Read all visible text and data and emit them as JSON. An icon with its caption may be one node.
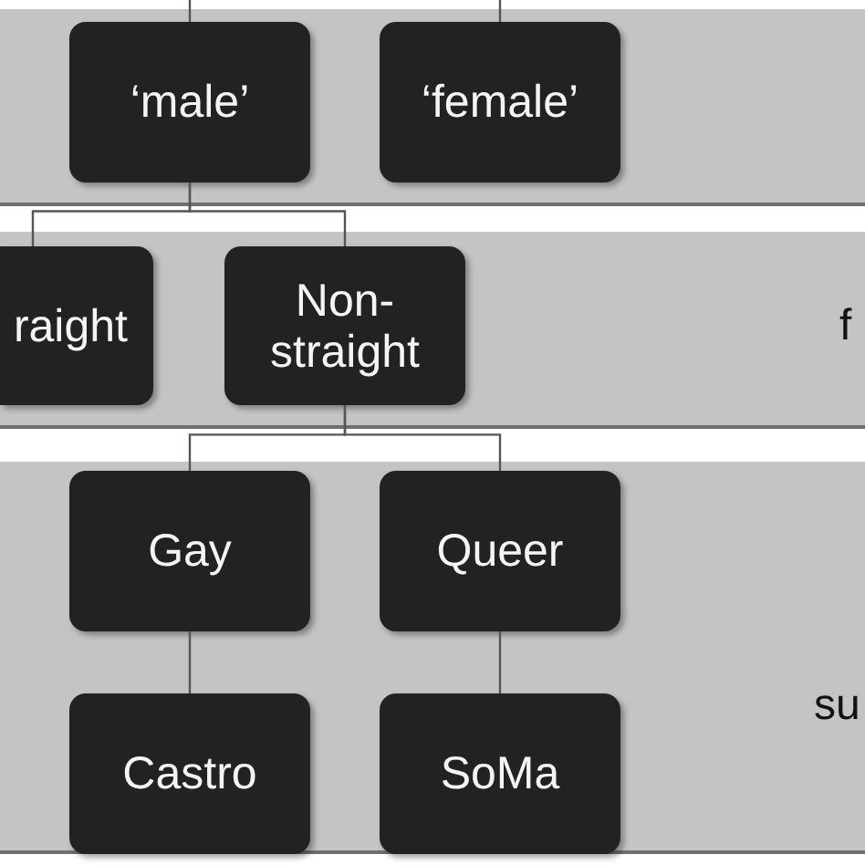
{
  "diagram": {
    "nodes": [
      {
        "text": [],
        "shape": "band"
      },
      {
        "text": [
          "‘male’"
        ],
        "in": 0
      },
      {
        "text": [
          "‘female’"
        ],
        "in": 0
      },
      {
        "text": [
          "f"
        ]
      },
      {
        "text": [
          "raight"
        ],
        "in": 3
      },
      {
        "text": [
          "Non- straight"
        ],
        "in": 3
      },
      {
        "text": [
          "su"
        ]
      },
      {
        "text": [
          "Gay"
        ],
        "in": 6
      },
      {
        "text": [
          "Queer"
        ],
        "in": 6
      },
      {
        "text": [
          "Castro"
        ],
        "in": 6
      },
      {
        "text": [
          "SoMa"
        ],
        "in": 6
      }
    ],
    "edges": [
      {
        "from": null,
        "to": 1,
        "arrow": "none"
      },
      {
        "from": null,
        "to": 2,
        "arrow": "none"
      },
      {
        "from": 1,
        "to": 4,
        "arrow": "none"
      },
      {
        "from": 1,
        "to": 5,
        "arrow": "none"
      },
      {
        "from": 5,
        "to": 7,
        "arrow": "none"
      },
      {
        "from": 5,
        "to": 8,
        "arrow": "none"
      },
      {
        "from": 7,
        "to": 9,
        "arrow": "none"
      },
      {
        "from": 8,
        "to": 10,
        "arrow": "none"
      }
    ]
  }
}
